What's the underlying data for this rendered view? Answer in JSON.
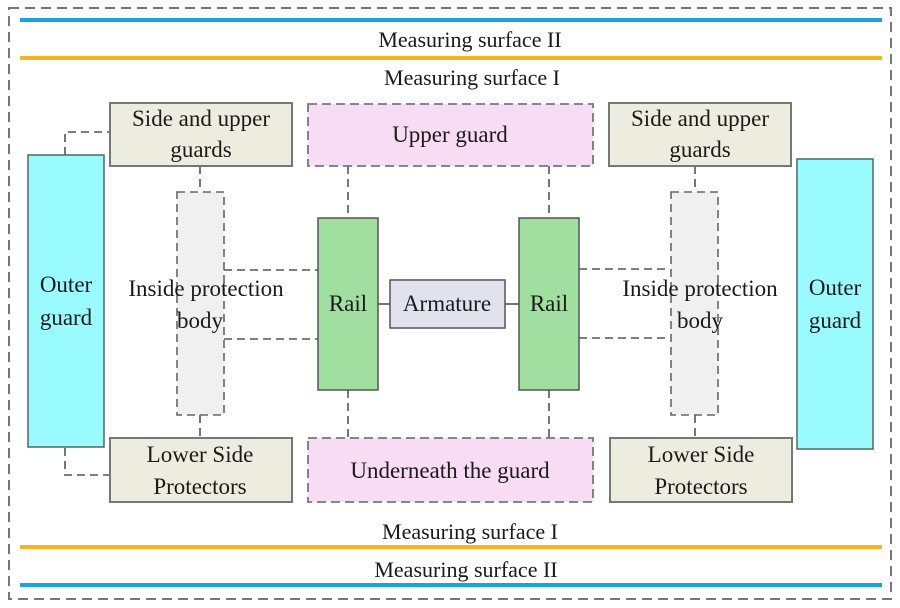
{
  "diagram": {
    "measuring_surfaces": {
      "top_outer": "Measuring surface II",
      "top_inner": "Measuring surface I",
      "bottom_inner": "Measuring surface I",
      "bottom_outer": "Measuring surface II"
    },
    "colors": {
      "surface_II": "#1aa3dd",
      "surface_I": "#f2b51c",
      "outer_guard": "#99fbfd",
      "side_guard": "#ececdf",
      "upper_lower_guard": "#f7dcf4",
      "inside_body": "#f0f0f0",
      "rail": "#a1dfa0",
      "armature": "#e2e2ee"
    },
    "left": {
      "outer_guard": [
        "Outer",
        "guard"
      ],
      "side_upper_guards": [
        "Side and upper",
        "guards"
      ],
      "inside_protection_body": [
        "Inside protection",
        "body"
      ],
      "lower_side_protectors": [
        "Lower Side",
        "Protectors"
      ]
    },
    "right": {
      "outer_guard": [
        "Outer",
        "guard"
      ],
      "side_upper_guards": [
        "Side and upper",
        "guards"
      ],
      "inside_protection_body": [
        "Inside protection",
        "body"
      ],
      "lower_side_protectors": [
        "Lower Side",
        "Protectors"
      ]
    },
    "center": {
      "upper_guard": "Upper guard",
      "underneath_guard": "Underneath the guard",
      "rail_left": "Rail",
      "rail_right": "Rail",
      "armature": "Armature"
    }
  }
}
